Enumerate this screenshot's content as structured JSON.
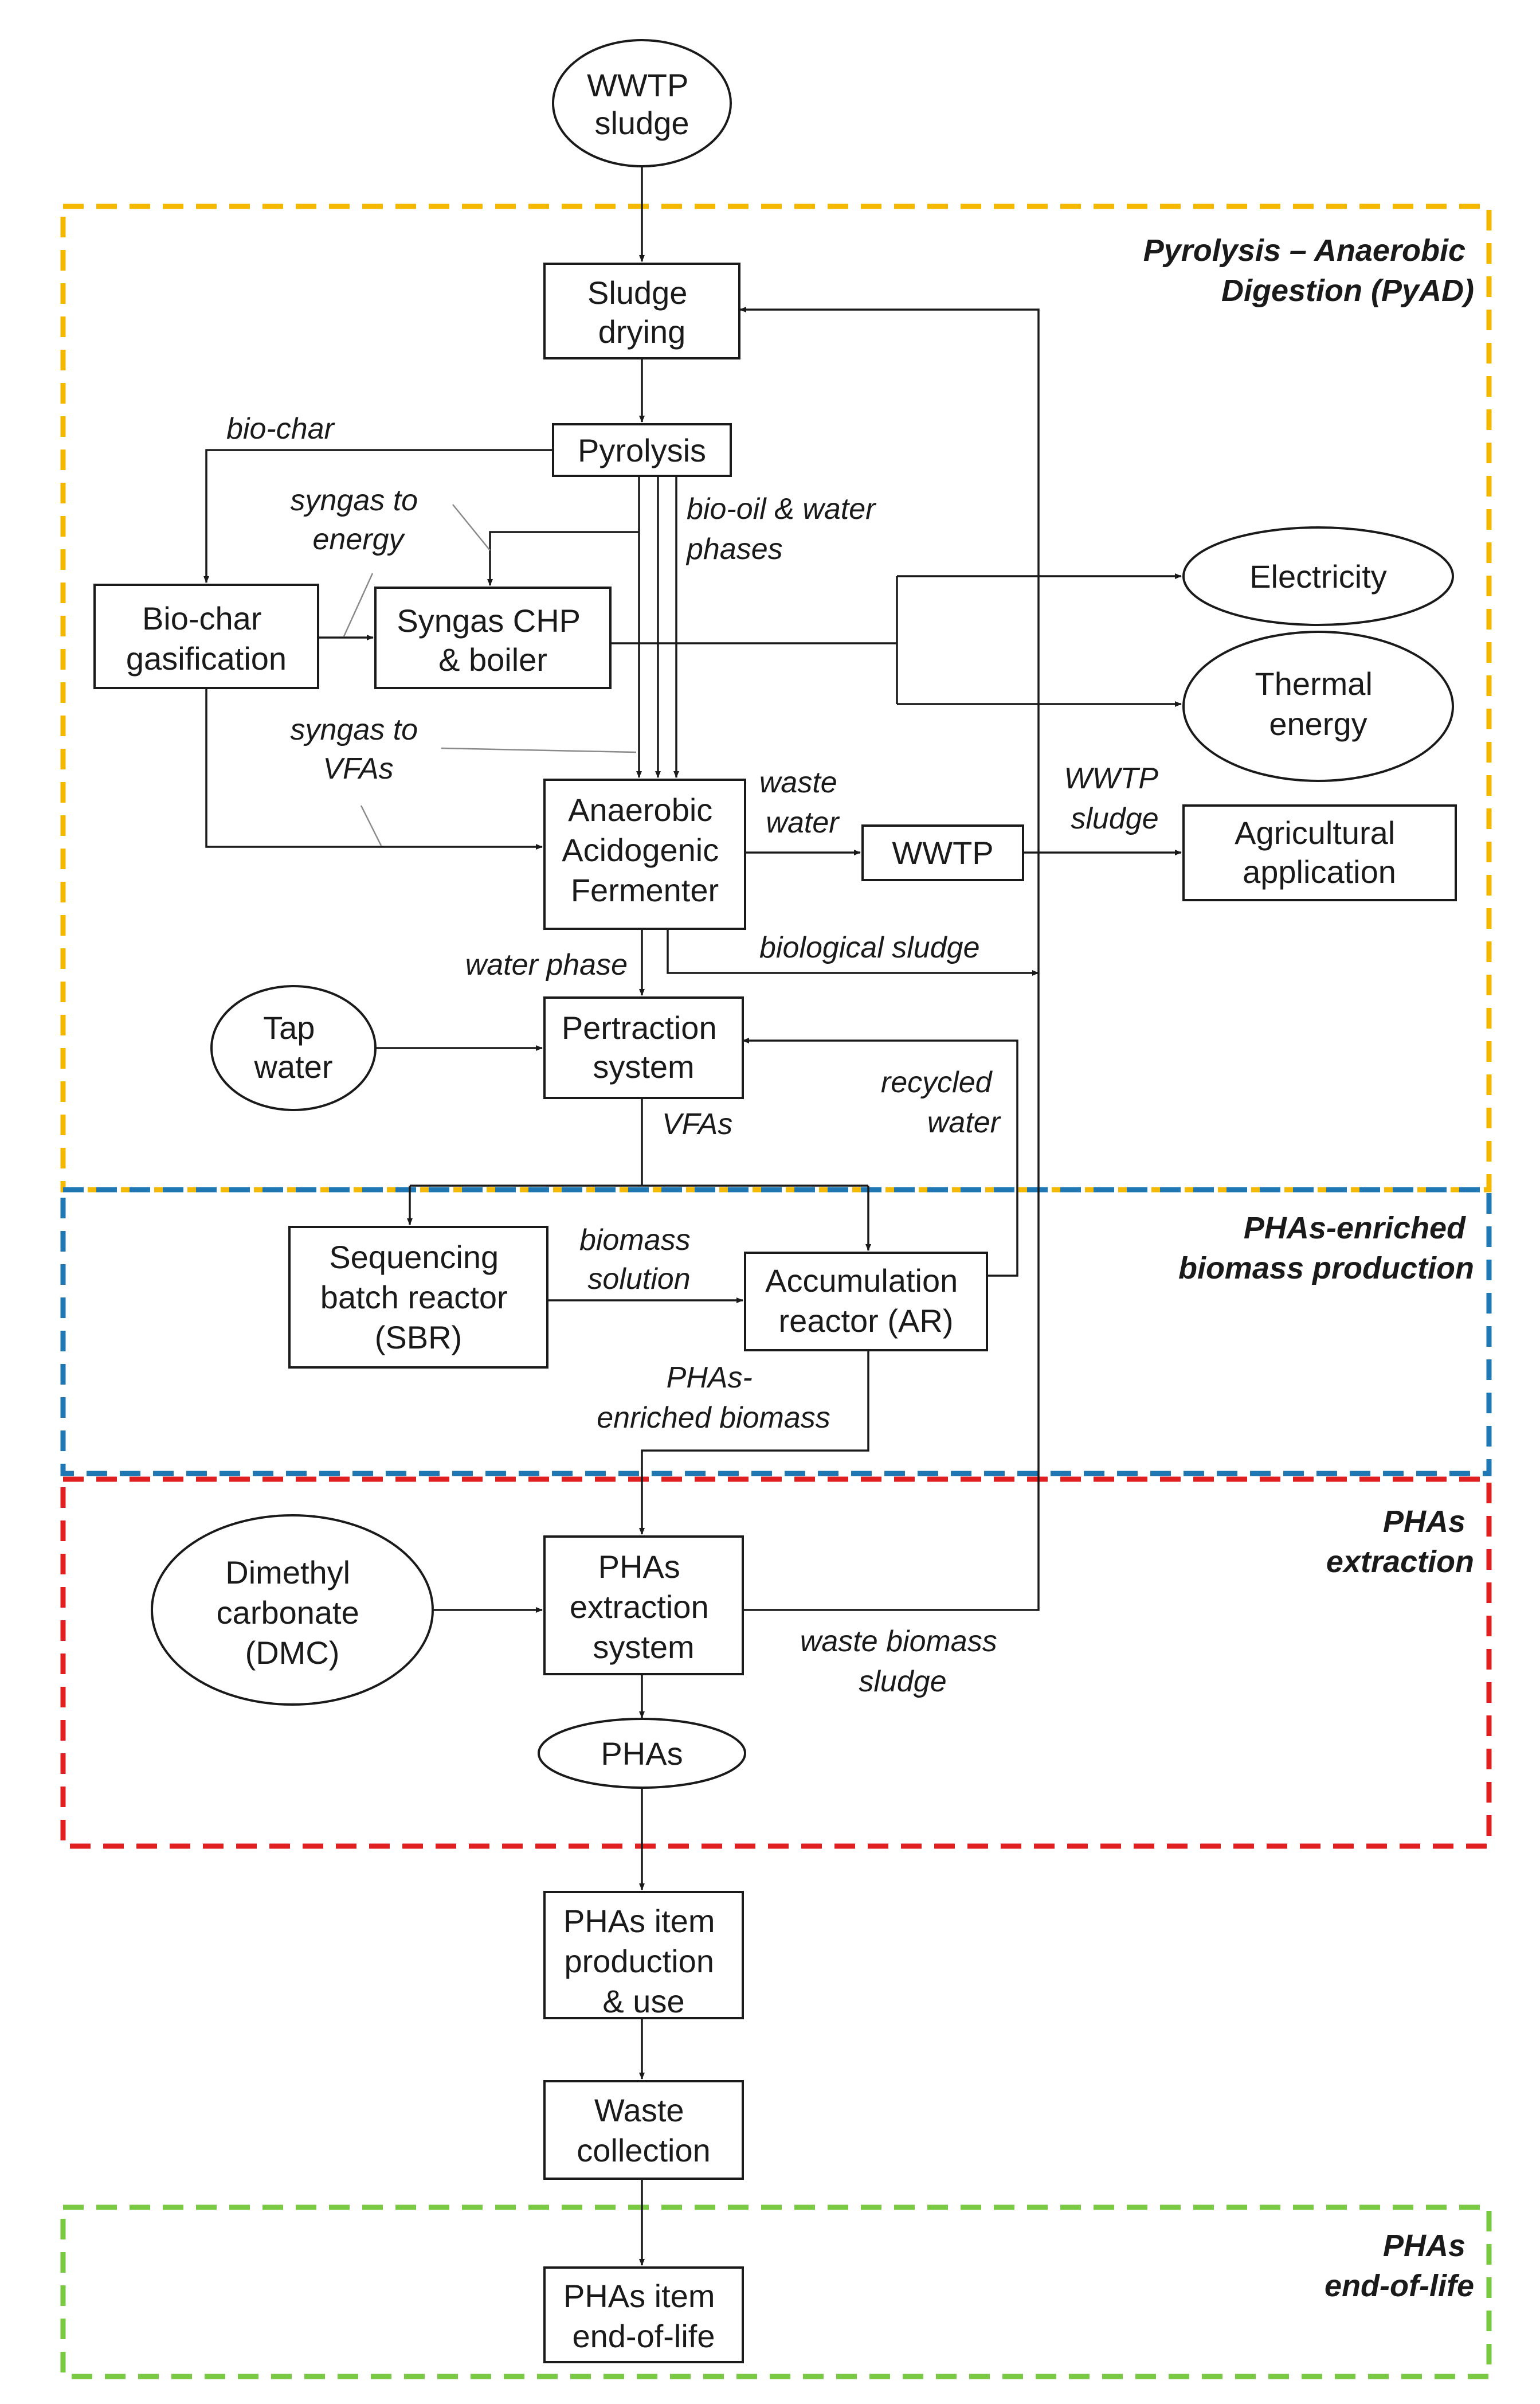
{
  "colors": {
    "pyad_border": "#F5B800",
    "phas_enriched_border": "#1F77B4",
    "phas_extraction_border": "#E02020",
    "phas_end_of_life_border": "#7AC943",
    "line": "#1a1a1a"
  },
  "sections": {
    "pyad": [
      "Pyrolysis – Anaerobic",
      "Digestion (PyAD)"
    ],
    "phas_enriched": [
      "PHAs-enriched",
      "biomass production"
    ],
    "phas_extraction": [
      "PHAs",
      "extraction"
    ],
    "phas_end_of_life": [
      "PHAs",
      "end-of-life"
    ]
  },
  "nodes": {
    "wwtp_sludge": [
      "WWTP",
      "sludge"
    ],
    "sludge_drying": [
      "Sludge",
      "drying"
    ],
    "pyrolysis": [
      "Pyrolysis"
    ],
    "biochar_gasification": [
      "Bio-char",
      "gasification"
    ],
    "syngas_chp": [
      "Syngas CHP",
      "& boiler"
    ],
    "electricity": [
      "Electricity"
    ],
    "thermal_energy": [
      "Thermal",
      "energy"
    ],
    "fermenter": [
      "Anaerobic",
      "Acidogenic",
      "Fermenter"
    ],
    "wwtp": [
      "WWTP"
    ],
    "agricultural": [
      "Agricultural",
      "application"
    ],
    "tap_water": [
      "Tap",
      "water"
    ],
    "pertraction": [
      "Pertraction",
      "system"
    ],
    "sbr": [
      "Sequencing",
      "batch reactor",
      "(SBR)"
    ],
    "accumulation": [
      "Accumulation",
      "reactor (AR)"
    ],
    "dmc": [
      "Dimethyl",
      "carbonate",
      "(DMC)"
    ],
    "extraction_system": [
      "PHAs",
      "extraction",
      "system"
    ],
    "phas": [
      "PHAs"
    ],
    "item_production": [
      "PHAs item",
      "production",
      "& use"
    ],
    "waste_collection": [
      "Waste",
      "collection"
    ],
    "item_eol": [
      "PHAs item",
      "end-of-life"
    ]
  },
  "labels": {
    "bio_char": [
      "bio-char"
    ],
    "syngas_energy": [
      "syngas to",
      "energy"
    ],
    "bio_oil": [
      "bio-oil  & water",
      "phases"
    ],
    "syngas_vfas": [
      "syngas to",
      "VFAs"
    ],
    "waste_water": [
      "waste",
      "water"
    ],
    "wwtp_sludge_flow": [
      "WWTP",
      "sludge"
    ],
    "biological_sludge": [
      "biological sludge"
    ],
    "water_phase": [
      "water phase"
    ],
    "recycled_water": [
      "recycled",
      "water"
    ],
    "vfas": [
      "VFAs"
    ],
    "biomass_solution": [
      "biomass",
      "solution"
    ],
    "phas_enriched_biomass": [
      "PHAs-",
      "enriched  biomass"
    ],
    "waste_biomass_sludge": [
      "waste biomass",
      "sludge"
    ]
  }
}
